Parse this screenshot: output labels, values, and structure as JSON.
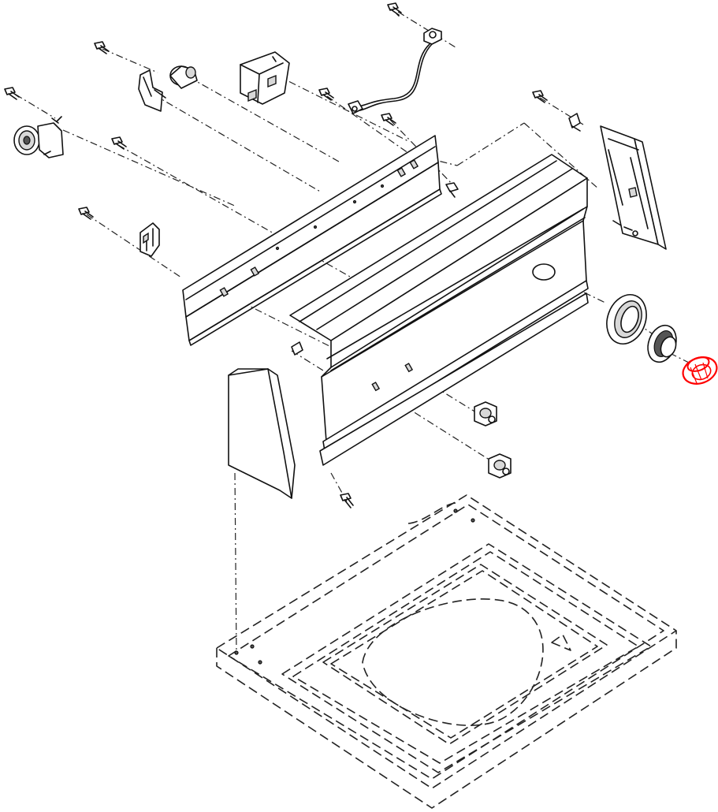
{
  "diagram": {
    "highlight_color": "#ff0000",
    "line_color": "#111111",
    "parts": [
      "screw",
      "pressure-switch",
      "timer-bracket",
      "wire-harness",
      "control-panel",
      "backsplash",
      "end-cap",
      "knob-seal",
      "knob-bezel",
      "knob",
      "panel-end",
      "nut",
      "top-lid"
    ]
  }
}
